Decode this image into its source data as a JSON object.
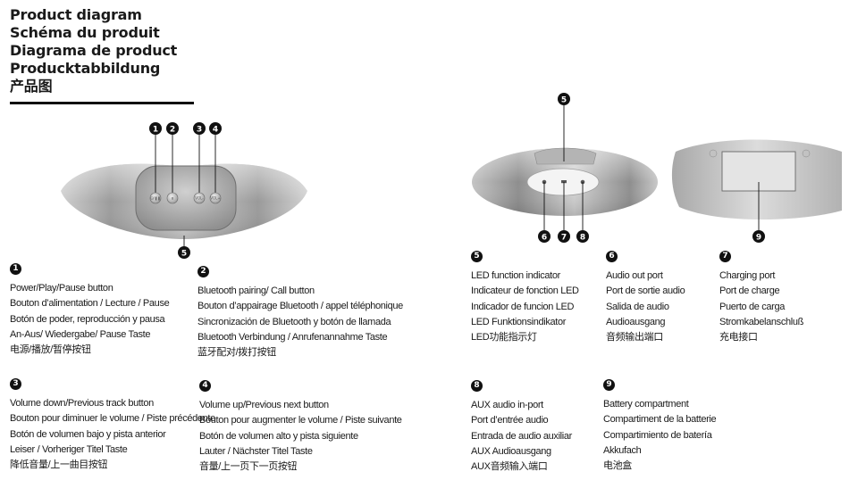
{
  "titles": [
    "Product diagram",
    "Schéma du produit",
    "Diagrama de product",
    "Producktabbildung",
    "产品图"
  ],
  "callouts": [
    "1",
    "2",
    "3",
    "4",
    "5",
    "6",
    "7",
    "8",
    "9"
  ],
  "button_icons": [
    "power-icon",
    "bluetooth-icon",
    "volume-down-icon",
    "volume-up-icon"
  ],
  "button_labels": [
    "⏻/❚❚",
    "ʙ",
    "VOL-",
    "VOL+"
  ],
  "sections": [
    {
      "num": "1",
      "lines": [
        "Power/Play/Pause button",
        "Bouton d’alimentation / Lecture / Pause",
        "Botón de poder, reproducción y pausa",
        "An-Aus/ Wiedergabe/ Pause Taste",
        "电源/播放/暂停按钮"
      ]
    },
    {
      "num": "2",
      "lines": [
        "Bluetooth pairing/ Call button",
        "Bouton d’appairage Bluetooth / appel téléphonique",
        "Sincronización de Bluetooth y botón de llamada",
        "Bluetooth Verbindung / Anrufenannahme Taste",
        "蓝牙配对/拨打按钮"
      ]
    },
    {
      "num": "3",
      "lines": [
        "Volume down/Previous track button",
        "Bouton pour diminuer le volume / Piste précédente",
        "Botón de volumen bajo y pista anterior",
        " Leiser / Vorheriger Titel Taste",
        "降低音量/上一曲目按钮"
      ]
    },
    {
      "num": "4",
      "lines": [
        "Volume up/Previous next button",
        "Bouton pour augmenter le volume / Piste suivante",
        "Botón de volumen alto y pista siguiente",
        "Lauter / Nächster Titel Taste",
        "音量/上一页下一页按钮"
      ]
    },
    {
      "num": "5",
      "lines": [
        "LED function indicator",
        "Indicateur de fonction LED",
        "Indicador de funcion LED",
        "LED Funktionsindikator",
        "LED功能指示灯"
      ]
    },
    {
      "num": "6",
      "lines": [
        "Audio out port",
        "Port de sortie audio",
        "Salida de audio",
        "Audioausgang",
        "音频输出端口"
      ]
    },
    {
      "num": "7",
      "lines": [
        "Charging port",
        "Port de charge",
        "Puerto de carga",
        " Stromkabelanschluß",
        "充电接口"
      ]
    },
    {
      "num": "8",
      "lines": [
        "AUX audio in-port",
        "Port d’entrée audio",
        "Entrada de audio auxiliar",
        "AUX Audioausgang",
        "AUX音频输入端口"
      ]
    },
    {
      "num": "9",
      "lines": [
        "Battery compartment",
        "Compartiment de la batterie",
        "Compartimiento de batería",
        "Akkufach",
        "电池盒"
      ]
    }
  ]
}
